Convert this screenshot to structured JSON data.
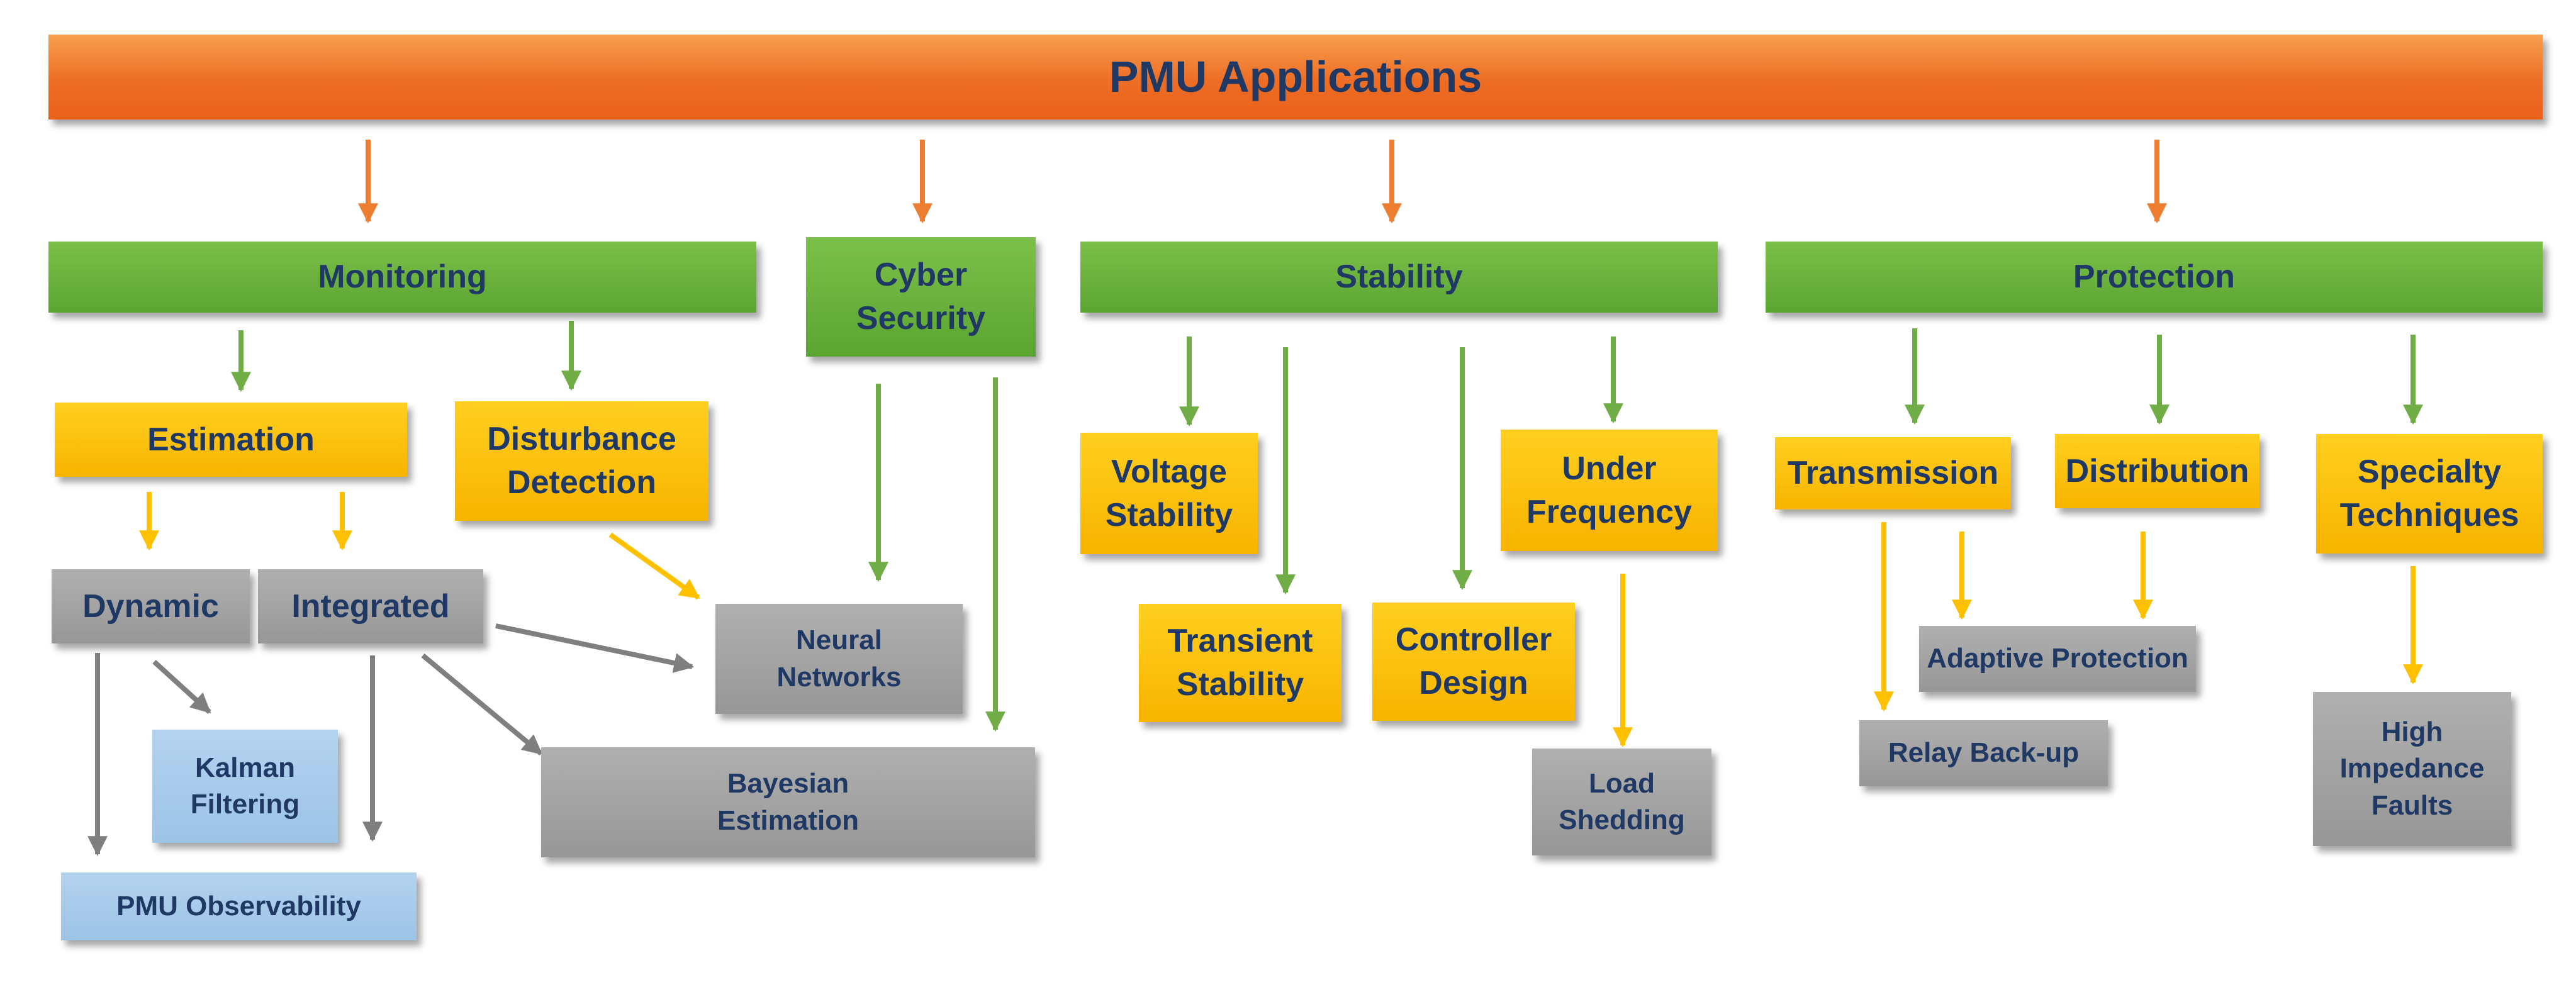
{
  "root": {
    "label": "PMU Applications"
  },
  "categories": {
    "monitoring": "Monitoring",
    "cyber_security": "Cyber\nSecurity",
    "stability": "Stability",
    "protection": "Protection"
  },
  "nodes": {
    "estimation": "Estimation",
    "disturbance_detection": "Disturbance\nDetection",
    "dynamic": "Dynamic",
    "integrated": "Integrated",
    "neural_networks": "Neural\nNetworks",
    "kalman_filtering": "Kalman\nFiltering",
    "bayesian_estimation": "Bayesian\nEstimation",
    "pmu_observability": "PMU Observability",
    "voltage_stability": "Voltage\nStability",
    "transient_stability": "Transient\nStability",
    "controller_design": "Controller\nDesign",
    "under_frequency": "Under\nFrequency",
    "load_shedding": "Load\nShedding",
    "transmission": "Transmission",
    "distribution": "Distribution",
    "specialty_techniques": "Specialty\nTechniques",
    "adaptive_protection": "Adaptive Protection",
    "relay_backup": "Relay Back-up",
    "high_impedance_faults": "High\nImpedance\nFaults"
  },
  "colors": {
    "root": "#ee6d25",
    "category": "#5aa531",
    "subcategory": "#f8b400",
    "method": "#979797",
    "output": "#9dc3e6",
    "text": "#1f3864",
    "arrow_orange": "#ed7d31",
    "arrow_green": "#70ad47",
    "arrow_yellow": "#ffc000",
    "arrow_gray": "#7f7f7f"
  }
}
